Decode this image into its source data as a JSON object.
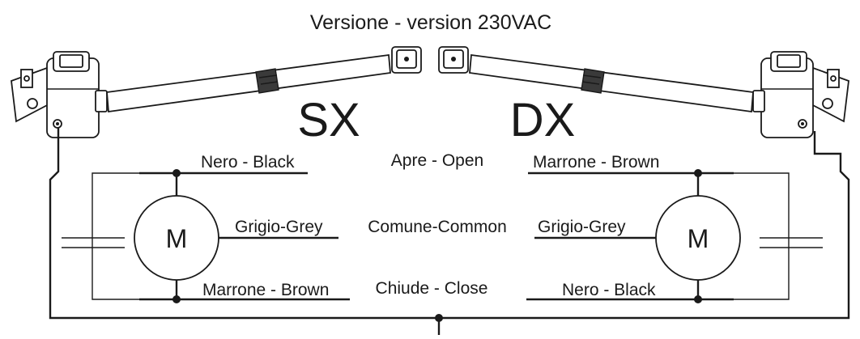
{
  "title": "Versione - version 230VAC",
  "side_left": "SX",
  "side_right": "DX",
  "motor_symbol": "M",
  "left_motor": {
    "top_wire": "Nero - Black",
    "common_wire": "Grigio-Grey",
    "bottom_wire": "Marrone - Brown"
  },
  "right_motor": {
    "top_wire": "Marrone - Brown",
    "common_wire": "Grigio-Grey",
    "bottom_wire": "Nero - Black"
  },
  "functions": {
    "open": "Apre - Open",
    "common": "Comune-Common",
    "close": "Chiude - Close"
  },
  "colors": {
    "ink": "#1a1a1a",
    "actuator_dark": "#3a3a3a",
    "background": "#ffffff"
  }
}
